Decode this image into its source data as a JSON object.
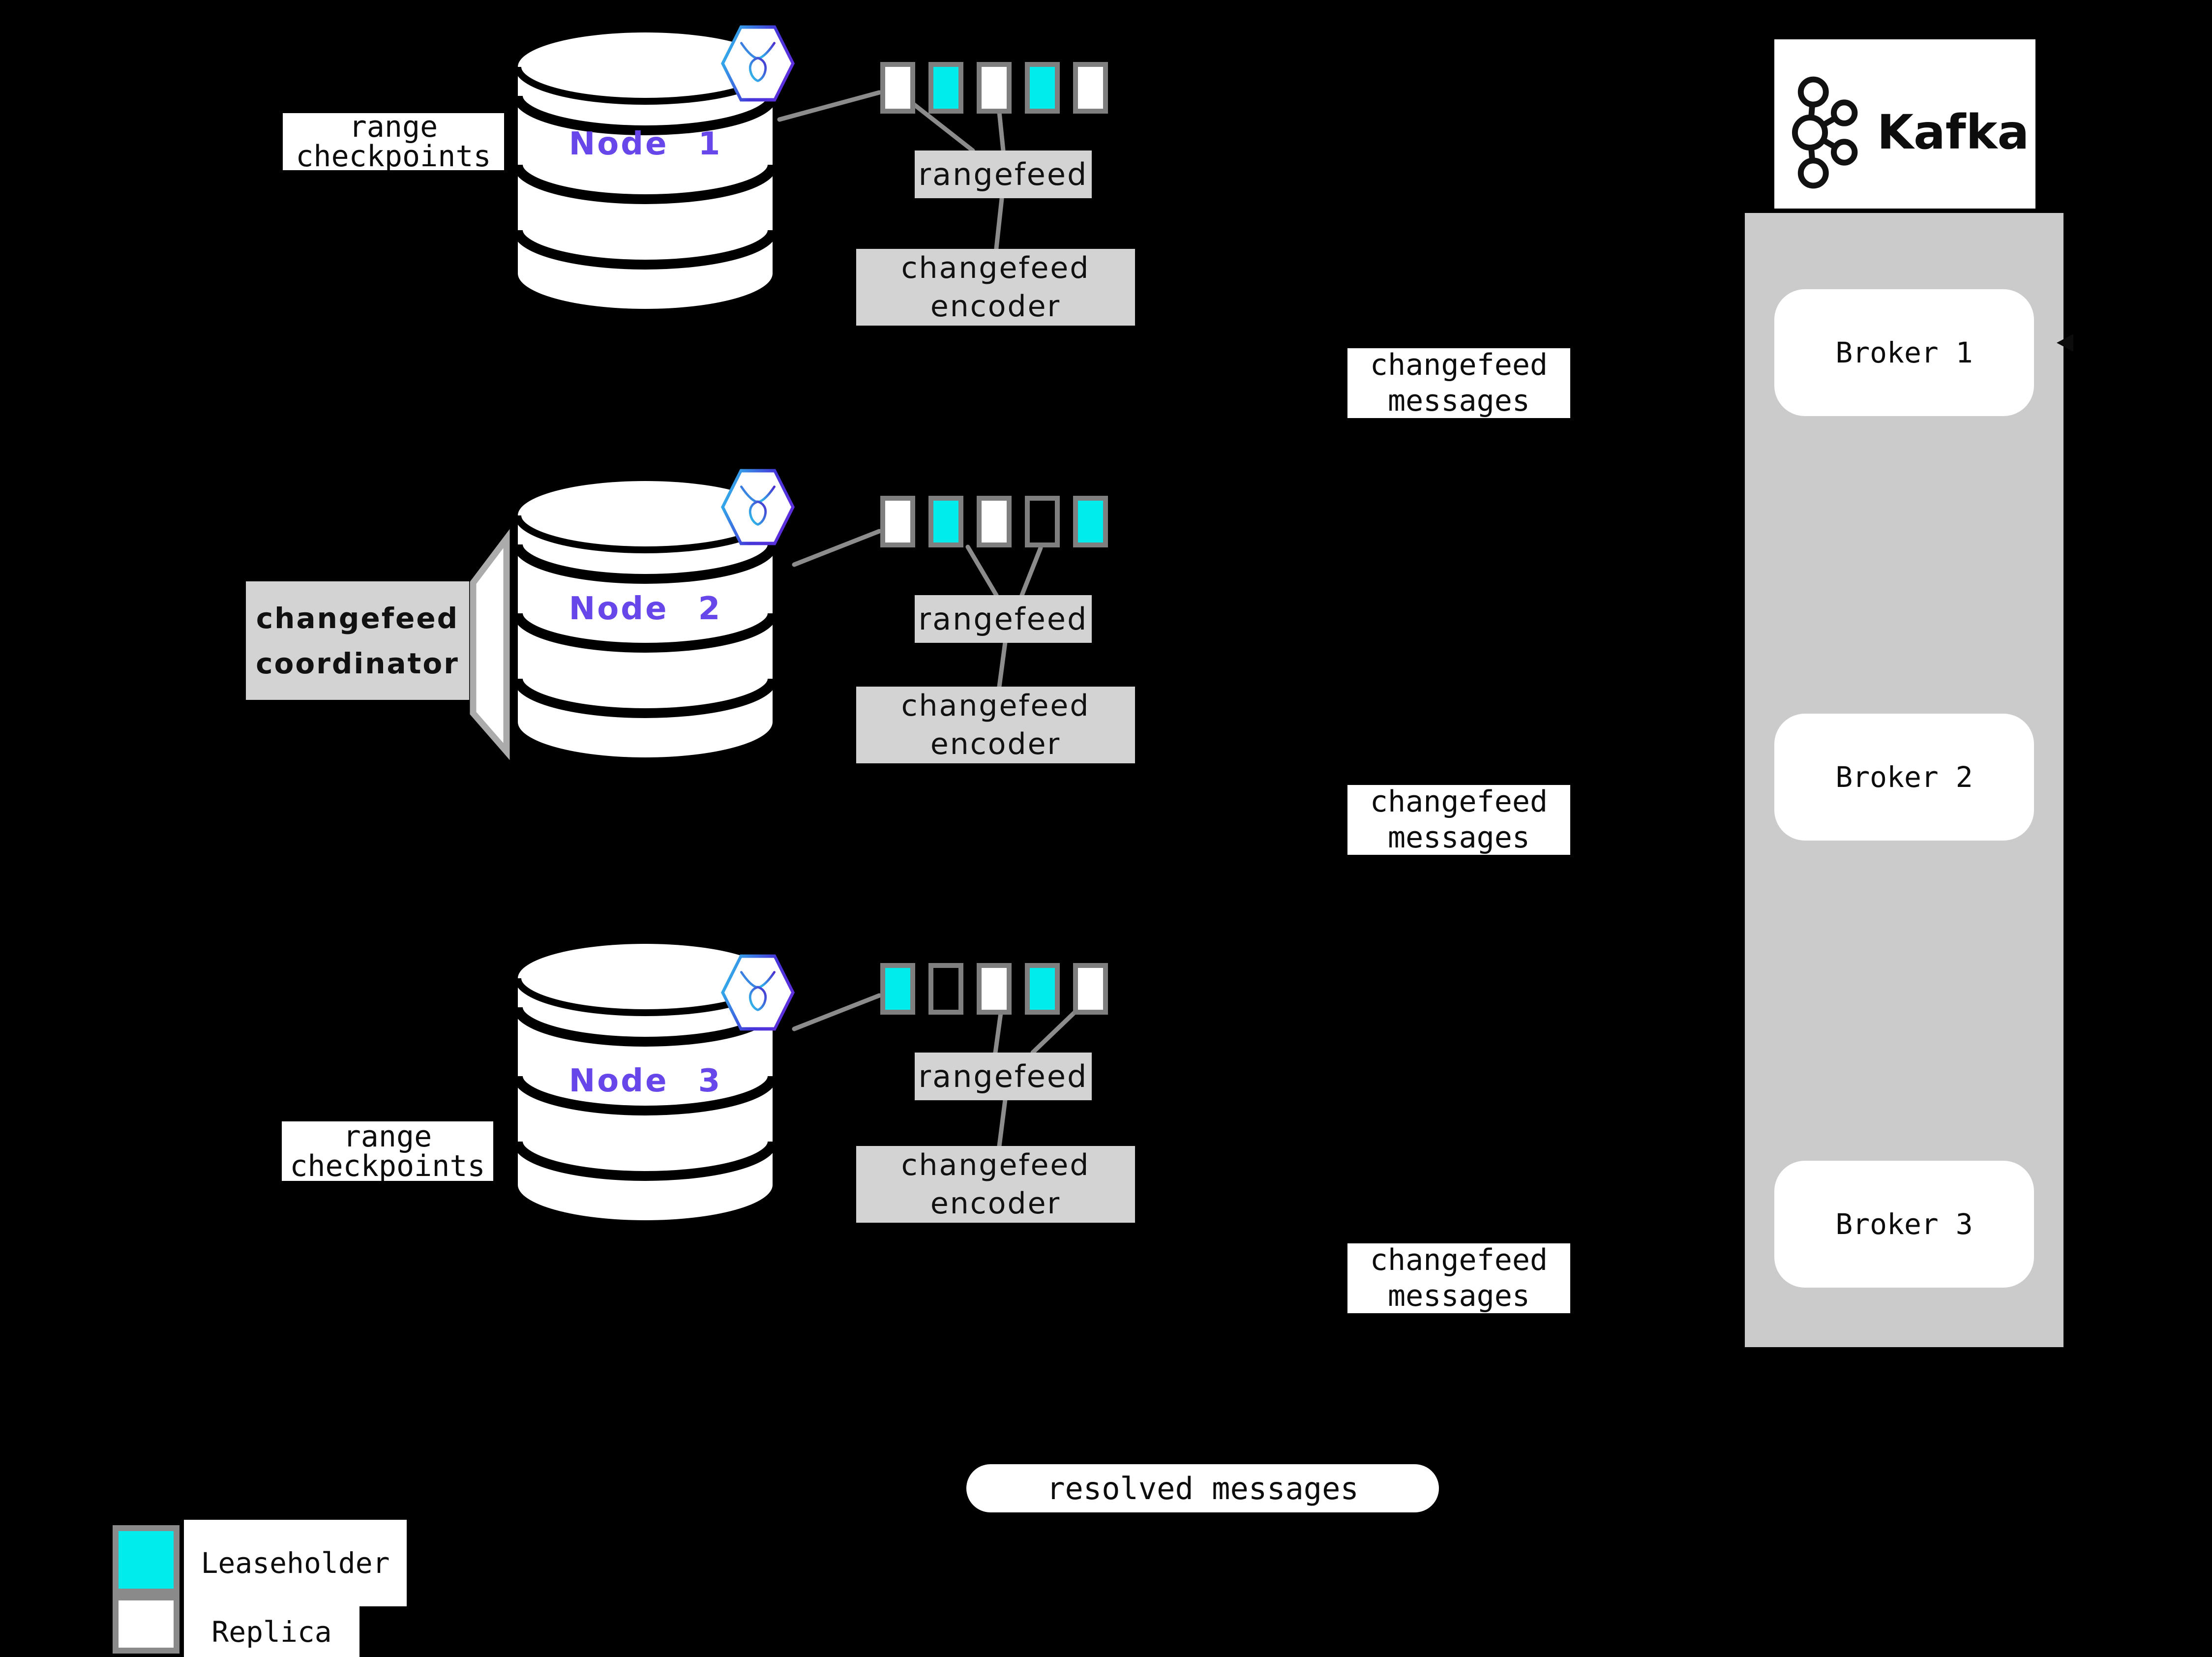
{
  "colors": {
    "background": "#000000",
    "leaseholder": "#00ecec",
    "replica": "#ffffff",
    "range_border": "#7f7f7f",
    "gray_box": "#d3d3d3",
    "kafka_panel": "#cbcbcb",
    "connector_line": "#8c8c8c",
    "node_name": "#6847ea",
    "text": "#111111"
  },
  "icons": {
    "node_badge": "cockroachdb-icon",
    "kafka_logo": "kafka-nodes-icon",
    "broker_arrowhead": "arrowhead-left-icon"
  },
  "nodes": [
    {
      "name": "Node 1",
      "ranges": [
        "replica",
        "leaseholder",
        "replica",
        "leaseholder",
        "replica"
      ]
    },
    {
      "name": "Node 2",
      "ranges": [
        "replica",
        "leaseholder",
        "replica",
        "empty",
        "leaseholder"
      ]
    },
    {
      "name": "Node 3",
      "ranges": [
        "leaseholder",
        "empty",
        "replica",
        "leaseholder",
        "replica"
      ]
    }
  ],
  "labels": {
    "rangefeed": "rangefeed",
    "encoder_line1": "changefeed",
    "encoder_line2": "encoder",
    "messages_line1": "changefeed",
    "messages_line2": "messages",
    "checkpoints_line1": "range",
    "checkpoints_line2": "checkpoints",
    "coordinator_line1": "changefeed",
    "coordinator_line2": "coordinator",
    "resolved": "resolved messages"
  },
  "kafka": {
    "brand": "Kafka",
    "brokers": [
      {
        "label": "Broker 1"
      },
      {
        "label": "Broker 2"
      },
      {
        "label": "Broker 3"
      }
    ]
  },
  "legend": {
    "items": [
      {
        "label": "Leaseholder",
        "type": "leaseholder"
      },
      {
        "label": "Replica",
        "type": "replica"
      }
    ]
  }
}
